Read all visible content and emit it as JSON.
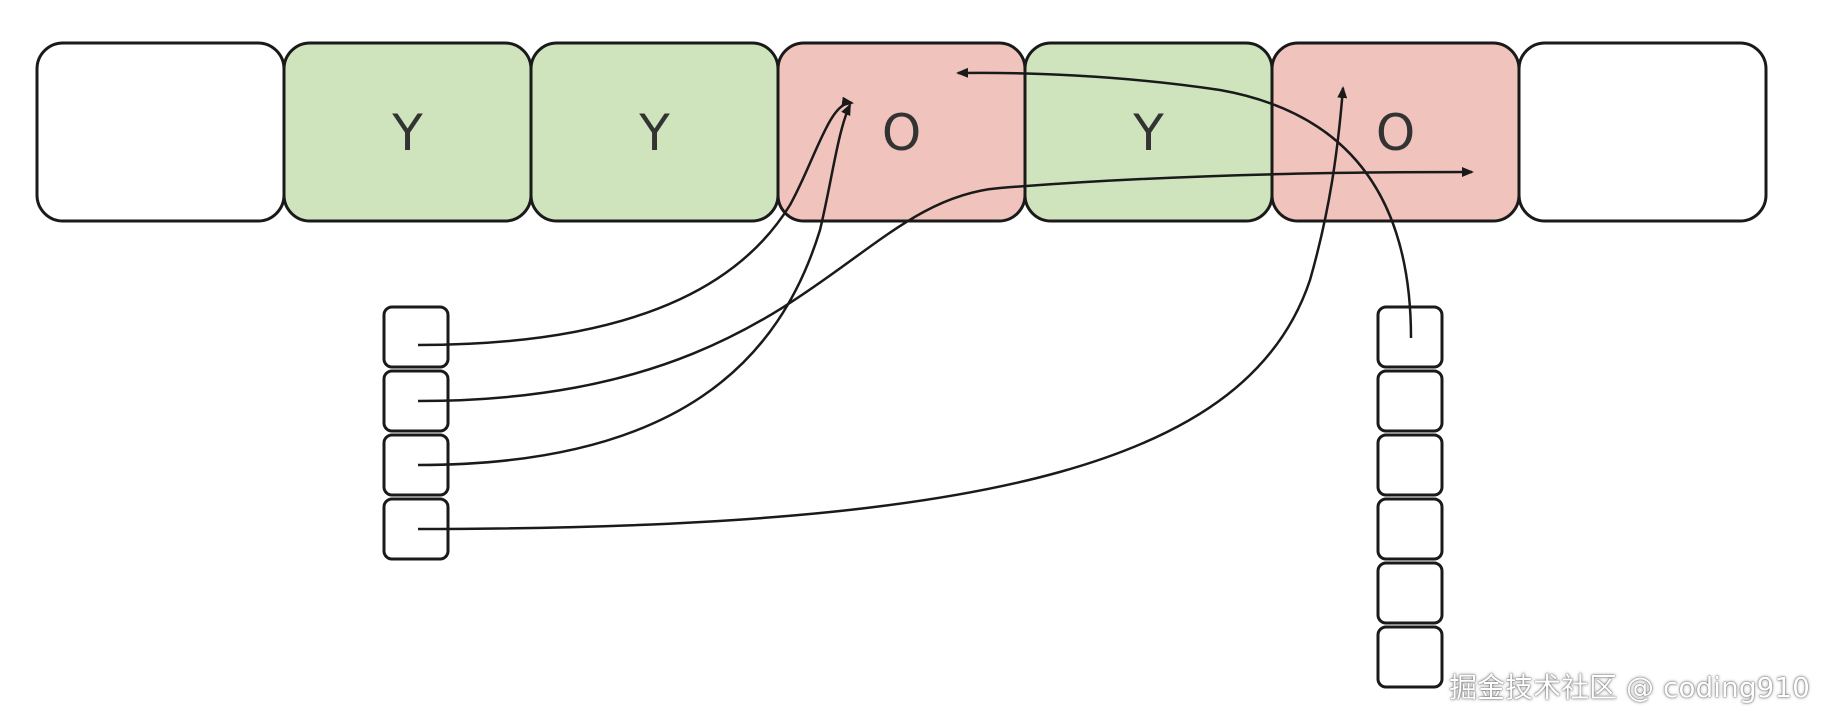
{
  "colors": {
    "young": "#cfe4bd",
    "old": "#f0c4bc",
    "empty": "#ffffff",
    "stroke": "#1a1a1a"
  },
  "heap": {
    "regions": [
      {
        "kind": "empty",
        "label": ""
      },
      {
        "kind": "young",
        "label": "Y"
      },
      {
        "kind": "young",
        "label": "Y"
      },
      {
        "kind": "old",
        "label": "O"
      },
      {
        "kind": "young",
        "label": "Y"
      },
      {
        "kind": "old",
        "label": "O"
      },
      {
        "kind": "empty",
        "label": ""
      }
    ]
  },
  "card_table_left": {
    "slots": 4
  },
  "card_table_right": {
    "slots": 6
  },
  "watermark": "掘金技术社区 @ coding910"
}
